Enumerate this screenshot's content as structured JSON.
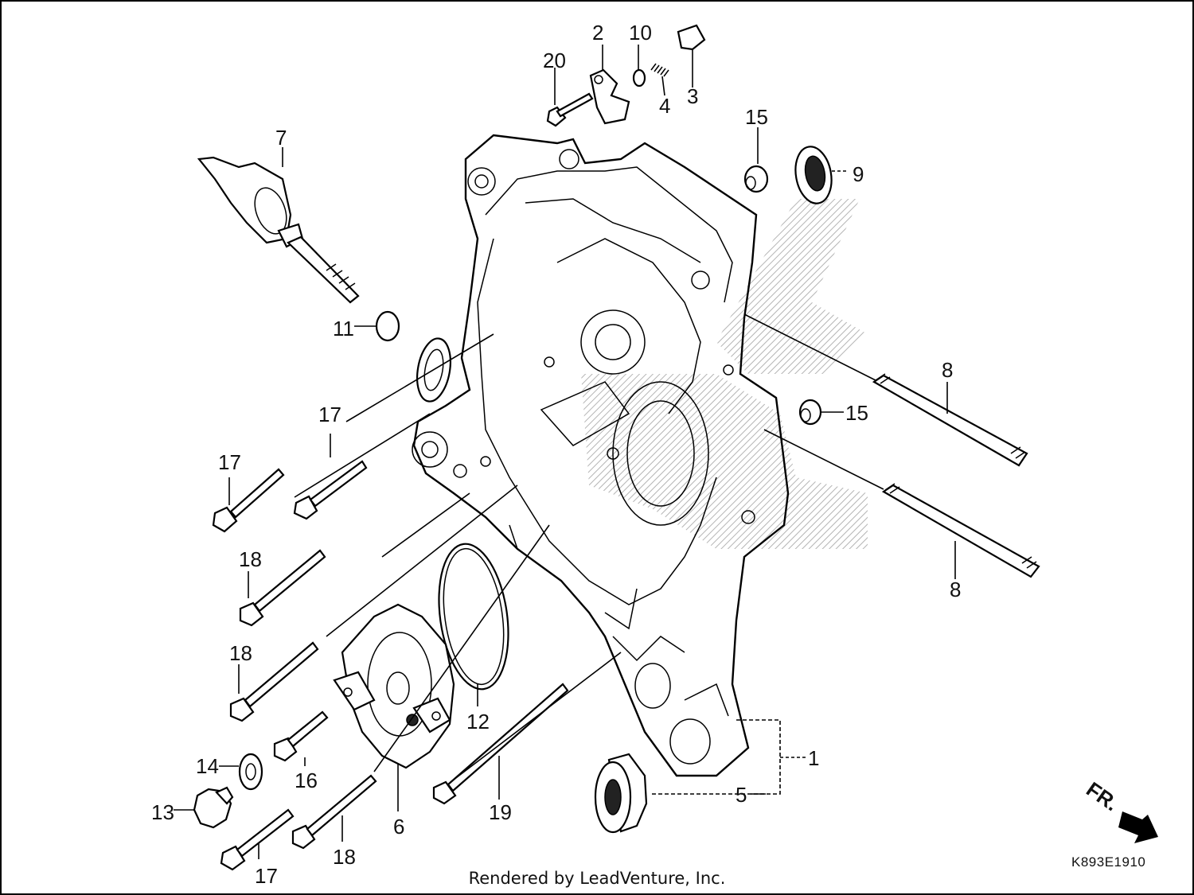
{
  "diagram": {
    "part_labels": {
      "p1": "1",
      "p2": "2",
      "p3": "3",
      "p4": "4",
      "p5": "5",
      "p6": "6",
      "p7": "7",
      "p8a": "8",
      "p8b": "8",
      "p9": "9",
      "p10": "10",
      "p11": "11",
      "p12": "12",
      "p13": "13",
      "p14": "14",
      "p15a": "15",
      "p15b": "15",
      "p16": "16",
      "p17a": "17",
      "p17b": "17",
      "p17c": "17",
      "p18a": "18",
      "p18b": "18",
      "p18c": "18",
      "p19": "19",
      "p20": "20"
    },
    "direction_label": "FR.",
    "diagram_code": "K893E1910",
    "footer": "Rendered by LeadVenture, Inc."
  }
}
